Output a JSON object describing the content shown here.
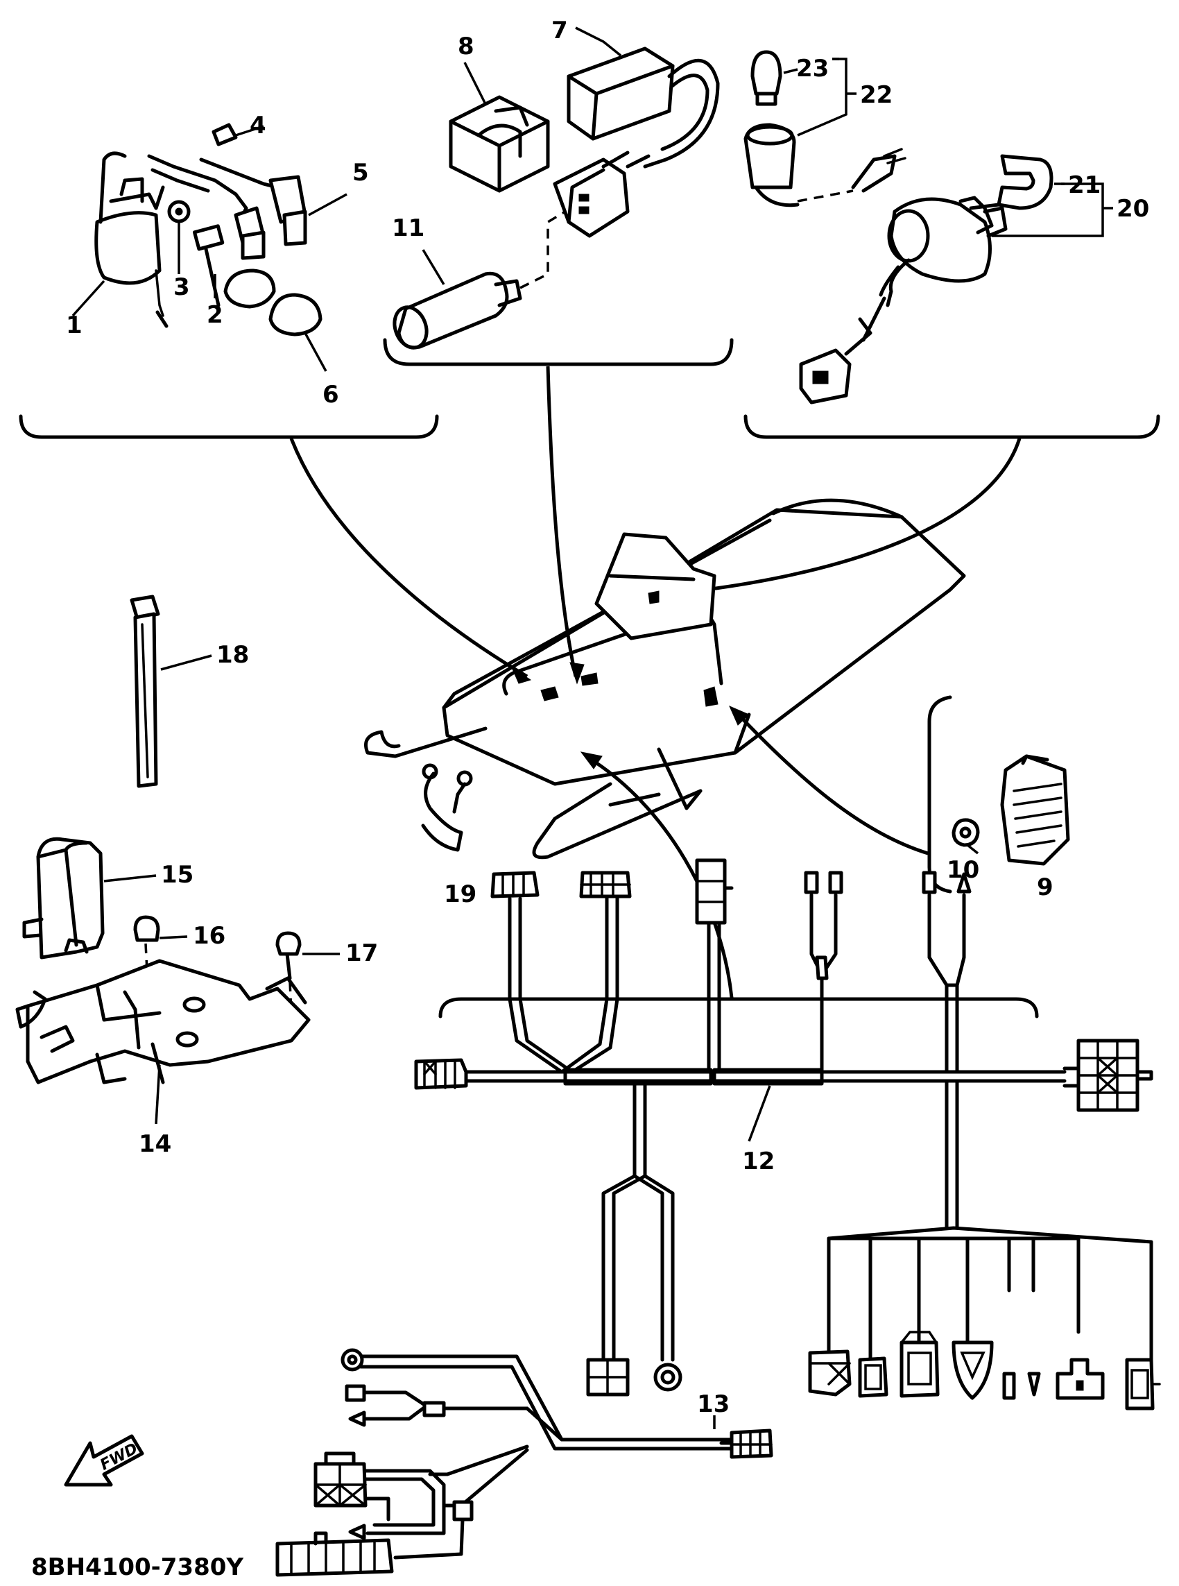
{
  "diagram": {
    "drawing_code": "8BH4100-7380Y",
    "fwd_label": "FWD",
    "callouts": [
      {
        "id": "c1",
        "text": "1"
      },
      {
        "id": "c2",
        "text": "2"
      },
      {
        "id": "c3",
        "text": "3"
      },
      {
        "id": "c4",
        "text": "4"
      },
      {
        "id": "c5",
        "text": "5"
      },
      {
        "id": "c6",
        "text": "6"
      },
      {
        "id": "c7",
        "text": "7"
      },
      {
        "id": "c8",
        "text": "8"
      },
      {
        "id": "c9",
        "text": "9"
      },
      {
        "id": "c10",
        "text": "10"
      },
      {
        "id": "c11",
        "text": "11"
      },
      {
        "id": "c12",
        "text": "12"
      },
      {
        "id": "c13",
        "text": "13"
      },
      {
        "id": "c14",
        "text": "14"
      },
      {
        "id": "c15",
        "text": "15"
      },
      {
        "id": "c16",
        "text": "16"
      },
      {
        "id": "c17",
        "text": "17"
      },
      {
        "id": "c18",
        "text": "18"
      },
      {
        "id": "c19",
        "text": "19"
      },
      {
        "id": "c20",
        "text": "20"
      },
      {
        "id": "c21",
        "text": "21"
      },
      {
        "id": "c22",
        "text": "22"
      },
      {
        "id": "c23",
        "text": "23"
      }
    ]
  }
}
